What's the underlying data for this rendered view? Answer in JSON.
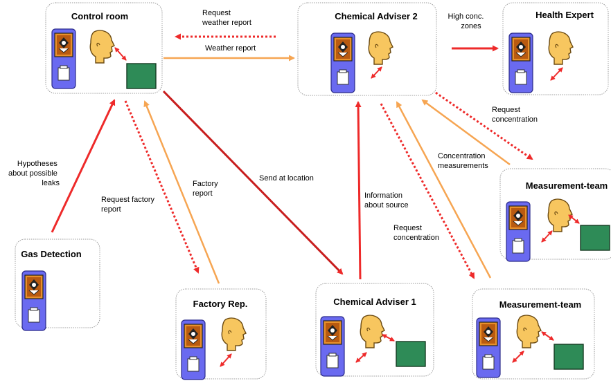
{
  "colors": {
    "red": "#ee2a2a",
    "orange": "#f6a552",
    "device_blue": "#6a6af0",
    "screen_orange": "#e8902a",
    "head_skin": "#f7c65f",
    "board_green": "#2e8b57"
  },
  "nodes": {
    "control_room": {
      "title": "Control room"
    },
    "chemical_adviser_2": {
      "title": "Chemical Adviser 2"
    },
    "health_expert": {
      "title": "Health Expert"
    },
    "measurement_team_right": {
      "title": "Measurement-team"
    },
    "gas_detection": {
      "title": "Gas Detection"
    },
    "factory_rep": {
      "title": "Factory Rep."
    },
    "chemical_adviser_1": {
      "title": "Chemical Adviser 1"
    },
    "measurement_team_bottom": {
      "title": "Measurement-team"
    }
  },
  "edges": {
    "request_weather": [
      "Request",
      "weather report"
    ],
    "weather_report": [
      "Weather report"
    ],
    "high_conc_zones": [
      "High conc.",
      "zones"
    ],
    "request_concentration_top": [
      "Request",
      "concentration"
    ],
    "concentration_measurements": [
      "Concentration",
      "measurements"
    ],
    "hypotheses": [
      "Hypotheses",
      "about possible",
      "leaks"
    ],
    "request_factory_report": [
      "Request factory",
      "report"
    ],
    "factory_report": [
      "Factory",
      "report"
    ],
    "send_at_location": [
      "Send at location"
    ],
    "information_about_source": [
      "Information",
      "about source"
    ],
    "request_concentration_bottom": [
      "Request",
      "concentration"
    ]
  }
}
